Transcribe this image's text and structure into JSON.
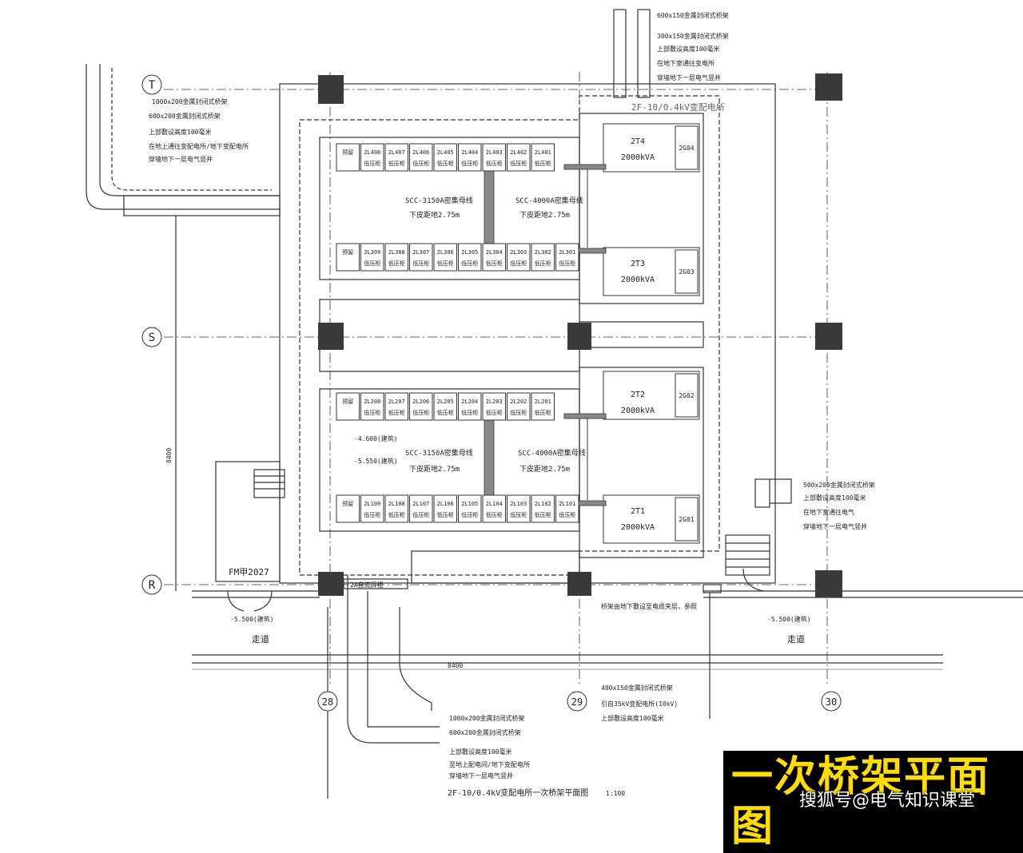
{
  "title_overlay": "一次桥架平面图",
  "watermark": "搜狐号@电气知识课堂",
  "axes": {
    "T": "T",
    "S": "S",
    "R": "R",
    "c28": "28",
    "c29": "29",
    "c30": "30"
  },
  "room_label": "2F-10/0.4kV变配电所",
  "transformers": [
    {
      "id": "2T4",
      "cap": "2000kVA",
      "tag": "2G04"
    },
    {
      "id": "2T3",
      "cap": "2000kVA",
      "tag": "2G03"
    },
    {
      "id": "2T2",
      "cap": "2000kVA",
      "tag": "2G02"
    },
    {
      "id": "2T1",
      "cap": "2000kVA",
      "tag": "2G01"
    }
  ],
  "panels": {
    "row4": [
      "2L408",
      "2L407",
      "2L406",
      "2L405",
      "2L404",
      "2L403",
      "2L402",
      "2L401"
    ],
    "row3": [
      "2L309",
      "2L308",
      "2L307",
      "2L306",
      "2L305",
      "2L304",
      "2L303",
      "2L302",
      "2L301"
    ],
    "row2": [
      "2L208",
      "2L207",
      "2L206",
      "2L205",
      "2L204",
      "2L203",
      "2L202",
      "2L201"
    ],
    "row1": [
      "2L109",
      "2L108",
      "2L107",
      "2L106",
      "2L105",
      "2L104",
      "2L103",
      "2L102",
      "2L101"
    ],
    "spare": "预留",
    "sub": "低压柜"
  },
  "busway": {
    "left": "SCC-3150A密集母线",
    "right": "SCC-4000A密集母线",
    "height": "下皮距地2.75m"
  },
  "notes_top_right": [
    "600x150金属封闭式桥架",
    "300x150金属封闭式桥架",
    "上部敷设高度100毫米",
    "在地下室通往变电所",
    "穿墙地下一层电气竖井"
  ],
  "notes_top_left": [
    "1000x200金属封闭式桥架",
    "600x200金属封闭式桥架",
    "上部敷设高度100毫米",
    "在地上通往变配电所/地下变配电所",
    "穿墙地下一层电气竖井"
  ],
  "notes_right": [
    "500x200金属封闭式桥架",
    "上部敷设高度100毫米",
    "在地下室通往电气",
    "穿墙地下一层电气竖井"
  ],
  "notes_bottom_mid": [
    "400x150金属封闭式桥架",
    "引自35kV变配电所(10kV)",
    "上部敷设高度100毫米"
  ],
  "notes_bottom_left": [
    "1000x200金属封闭式桥架",
    "600x200金属封闭式桥架",
    "上部敷设高度100毫米",
    "至地上配电间/地下变配电所",
    "穿墙地下一层电气竖井"
  ],
  "note_dc": "2A直流屏柜",
  "note_cable": "桥架由地下敷设至电缆夹层，参照",
  "door_label": "FM甲2027",
  "elev_a": "-5.500(建筑)",
  "elev_b": "-4.600(建筑)",
  "elev_c": "-5.550(建筑)",
  "corridor": "走道",
  "dim_a": "8400",
  "dim_b": "8400",
  "drawing_caption": "2F-10/0.4kV变配电所一次桥架平面图",
  "scale": "1:100"
}
